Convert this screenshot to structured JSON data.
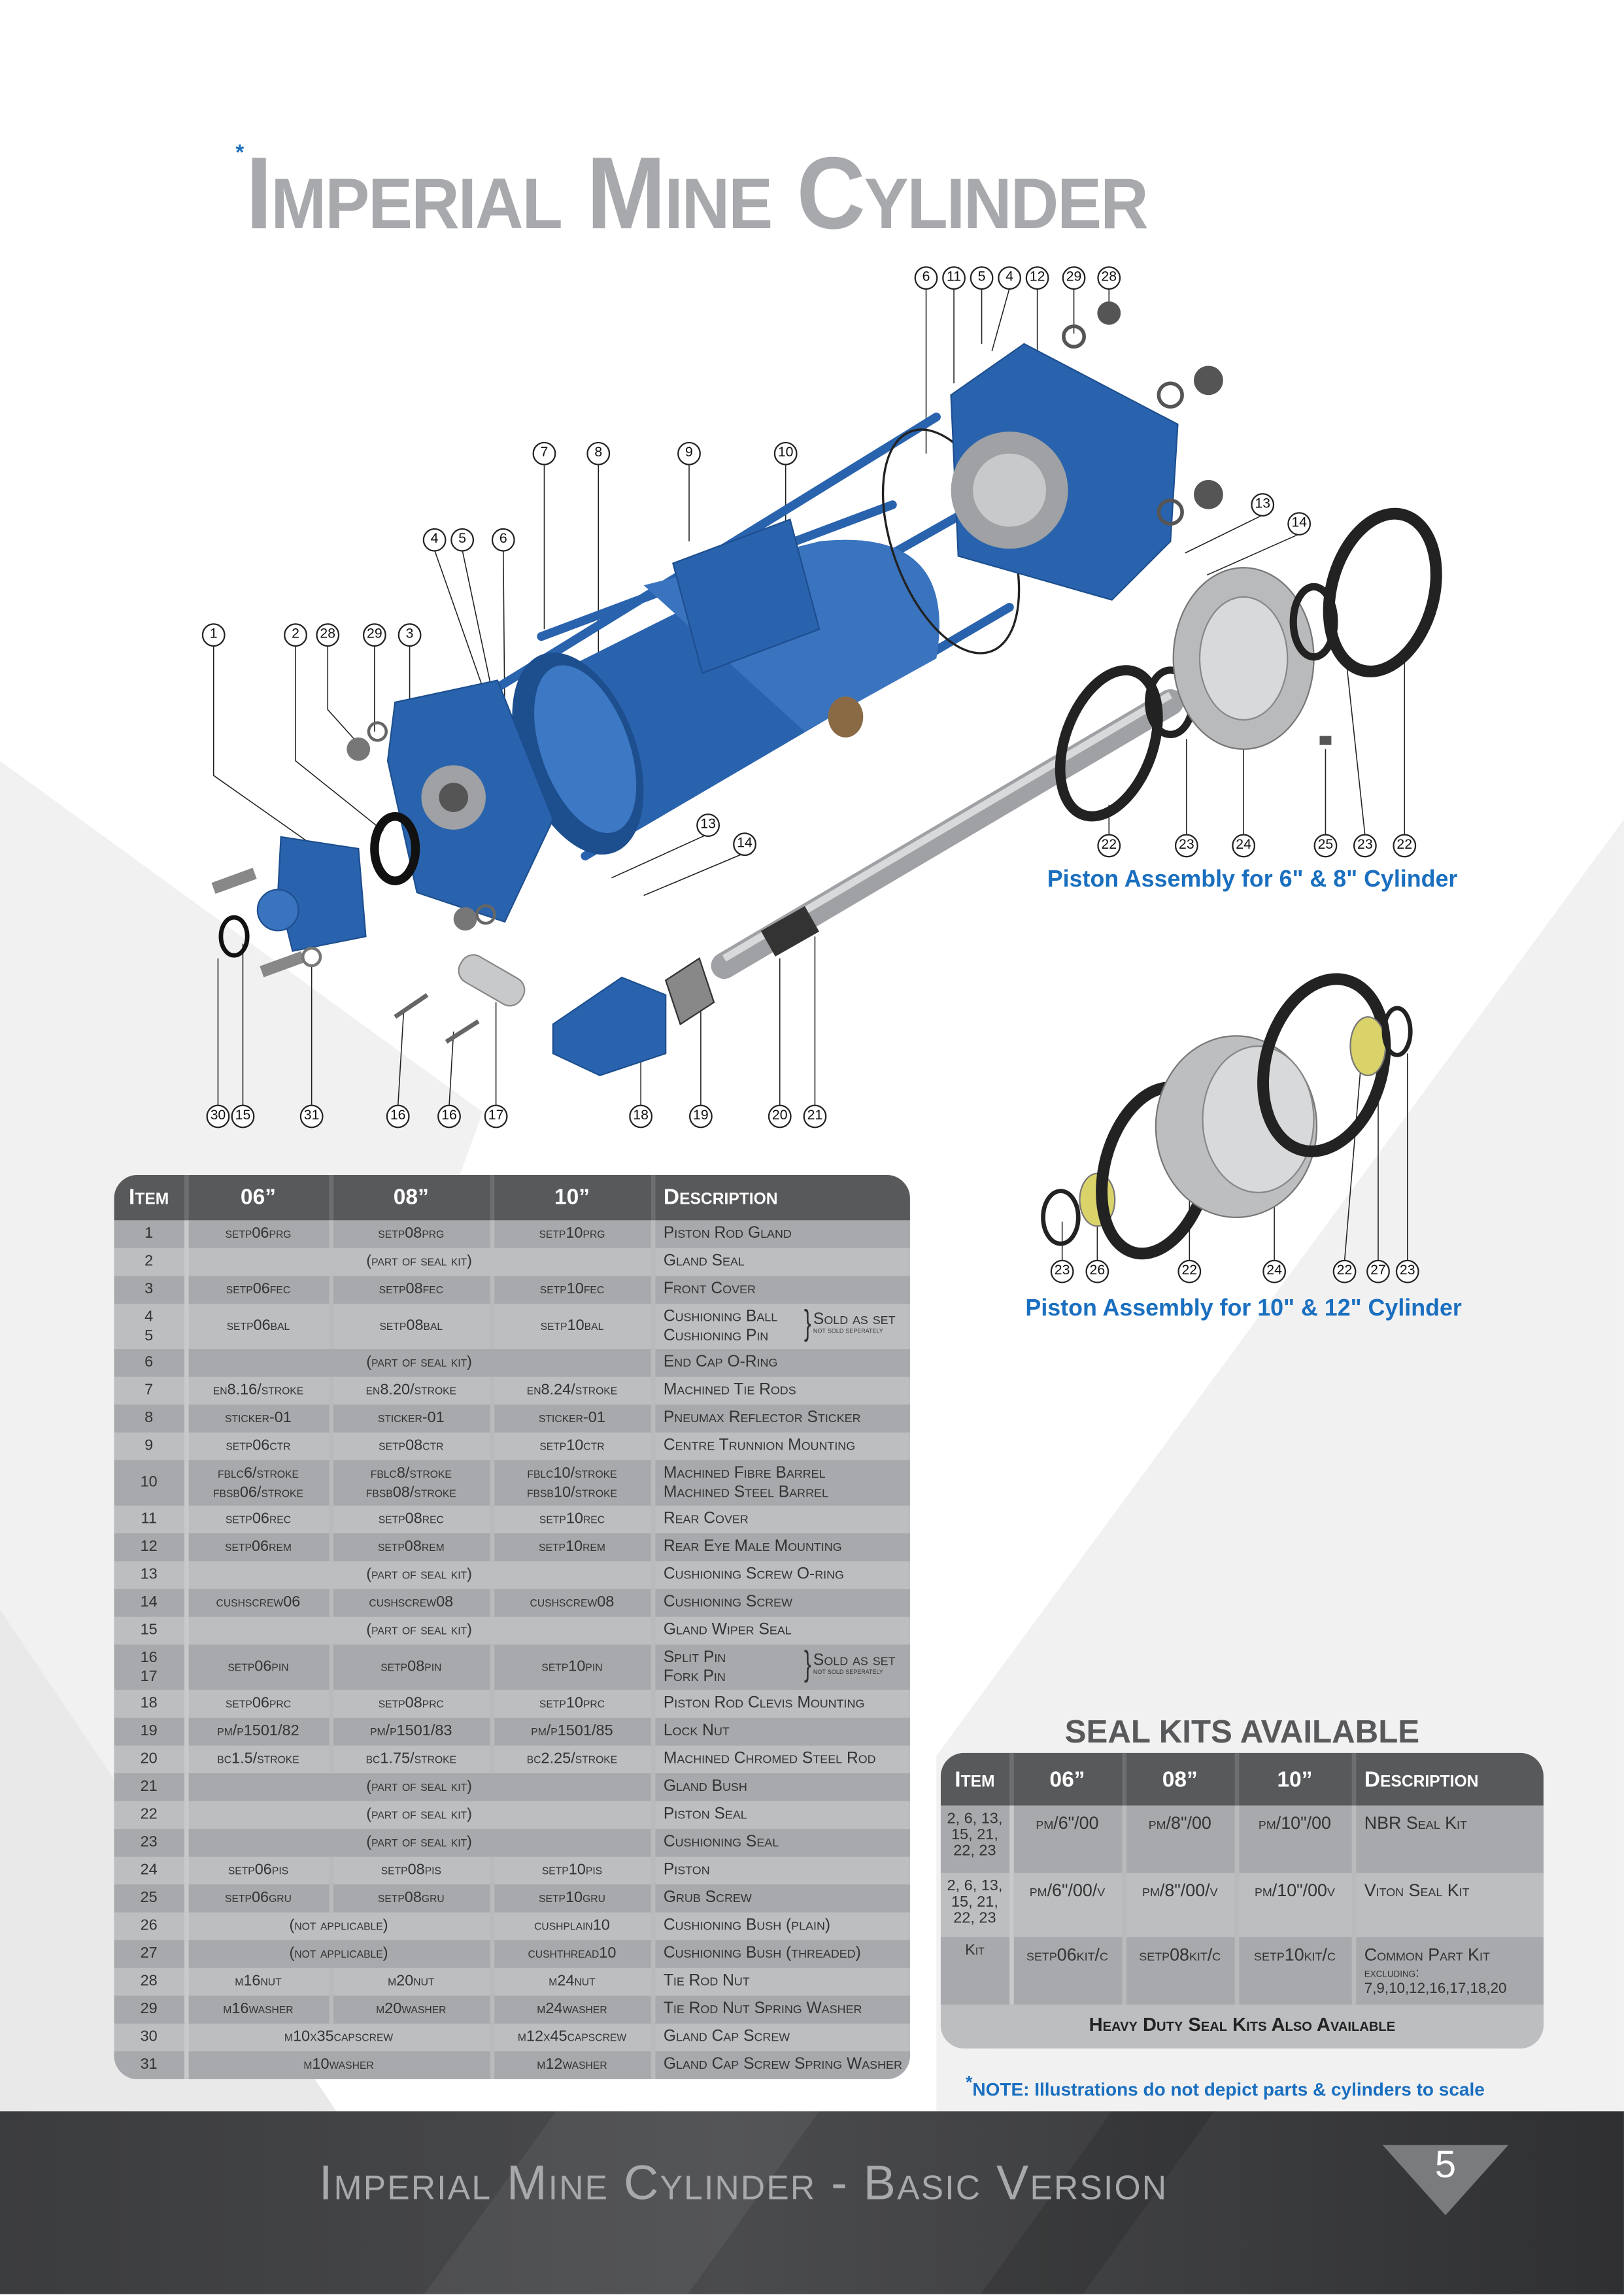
{
  "title": "Imperial Mine Cylinder",
  "title_mark": "*",
  "colors": {
    "accent_blue": "#1a6fbf",
    "part_blue": "#2a63ad",
    "header_gray": "#58595b",
    "title_gray": "#a7a9ac"
  },
  "diagram": {
    "callouts": [
      "6",
      "11",
      "5",
      "4",
      "12",
      "29",
      "28",
      "7",
      "8",
      "9",
      "10",
      "4",
      "5",
      "6",
      "1",
      "2",
      "28",
      "29",
      "3",
      "13",
      "14",
      "13",
      "14",
      "30",
      "15",
      "31",
      "16",
      "16",
      "17",
      "18",
      "19",
      "20",
      "21",
      "22",
      "23",
      "24",
      "25",
      "23",
      "22",
      "23",
      "26",
      "22",
      "24",
      "22",
      "27",
      "23"
    ],
    "caption_small": "Piston Assembly for 6\" & 8\" Cylinder",
    "caption_large": "Piston Assembly for 10\" & 12\" Cylinder"
  },
  "parts_table": {
    "headers": [
      "Item",
      "06”",
      "08”",
      "10”",
      "Description"
    ],
    "rows": [
      {
        "item": "1",
        "cells": [
          "setp06prg",
          "setp08prg",
          "setp10prg"
        ],
        "desc": [
          "Piston Rod Gland"
        ]
      },
      {
        "item": "2",
        "cells": [
          {
            "text": "(part of seal kit)",
            "span": 3
          }
        ],
        "desc": [
          "Gland Seal"
        ]
      },
      {
        "item": "3",
        "cells": [
          "setp06fec",
          "setp08fec",
          "setp10fec"
        ],
        "desc": [
          "Front Cover"
        ]
      },
      {
        "item": "4\n5",
        "cells": [
          "setp06bal",
          "setp08bal",
          "setp10bal"
        ],
        "desc": [
          "Cushioning Ball",
          "Cushioning Pin"
        ],
        "note": {
          "main": "Sold as set",
          "sub": "not sold seperately"
        }
      },
      {
        "item": "6",
        "cells": [
          {
            "text": "(part of seal kit)",
            "span": 3
          }
        ],
        "desc": [
          "End Cap O-Ring"
        ]
      },
      {
        "item": "7",
        "cells": [
          "en8.16/stroke",
          "en8.20/stroke",
          "en8.24/stroke"
        ],
        "desc": [
          "Machined Tie Rods"
        ]
      },
      {
        "item": "8",
        "cells": [
          "sticker-01",
          "sticker-01",
          "sticker-01"
        ],
        "desc": [
          "Pneumax Reflector Sticker"
        ]
      },
      {
        "item": "9",
        "cells": [
          "setp06ctr",
          "setp08ctr",
          "setp10ctr"
        ],
        "desc": [
          "Centre Trunnion Mounting"
        ]
      },
      {
        "item": "10",
        "cells": [
          "fblc6/stroke\nfbsb06/stroke",
          "fblc8/stroke\nfbsb08/stroke",
          "fblc10/stroke\nfbsb10/stroke"
        ],
        "desc": [
          "Machined Fibre Barrel",
          "Machined Steel Barrel"
        ]
      },
      {
        "item": "11",
        "cells": [
          "setp06rec",
          "setp08rec",
          "setp10rec"
        ],
        "desc": [
          "Rear Cover"
        ]
      },
      {
        "item": "12",
        "cells": [
          "setp06rem",
          "setp08rem",
          "setp10rem"
        ],
        "desc": [
          "Rear Eye Male Mounting"
        ]
      },
      {
        "item": "13",
        "cells": [
          {
            "text": "(part of seal kit)",
            "span": 3
          }
        ],
        "desc": [
          "Cushioning Screw O-ring"
        ]
      },
      {
        "item": "14",
        "cells": [
          "cushscrew06",
          "cushscrew08",
          "cushscrew08"
        ],
        "desc": [
          "Cushioning Screw"
        ]
      },
      {
        "item": "15",
        "cells": [
          {
            "text": "(part of seal kit)",
            "span": 3
          }
        ],
        "desc": [
          "Gland Wiper Seal"
        ]
      },
      {
        "item": "16\n17",
        "cells": [
          "setp06pin",
          "setp08pin",
          "setp10pin"
        ],
        "desc": [
          "Split Pin",
          "Fork Pin"
        ],
        "note": {
          "main": "Sold as set",
          "sub": "not sold seperately"
        }
      },
      {
        "item": "18",
        "cells": [
          "setp06prc",
          "setp08prc",
          "setp10prc"
        ],
        "desc": [
          "Piston Rod Clevis Mounting"
        ]
      },
      {
        "item": "19",
        "cells": [
          "pm/p1501/82",
          "pm/p1501/83",
          "pm/p1501/85"
        ],
        "desc": [
          "Lock Nut"
        ]
      },
      {
        "item": "20",
        "cells": [
          "bc1.5/stroke",
          "bc1.75/stroke",
          "bc2.25/stroke"
        ],
        "desc": [
          "Machined Chromed Steel Rod"
        ]
      },
      {
        "item": "21",
        "cells": [
          {
            "text": "(part of seal kit)",
            "span": 3
          }
        ],
        "desc": [
          "Gland Bush"
        ]
      },
      {
        "item": "22",
        "cells": [
          {
            "text": "(part of seal kit)",
            "span": 3
          }
        ],
        "desc": [
          "Piston Seal"
        ]
      },
      {
        "item": "23",
        "cells": [
          {
            "text": "(part of seal kit)",
            "span": 3
          }
        ],
        "desc": [
          "Cushioning Seal"
        ]
      },
      {
        "item": "24",
        "cells": [
          "setp06pis",
          "setp08pis",
          "setp10pis"
        ],
        "desc": [
          "Piston"
        ]
      },
      {
        "item": "25",
        "cells": [
          "setp06gru",
          "setp08gru",
          "setp10gru"
        ],
        "desc": [
          "Grub Screw"
        ]
      },
      {
        "item": "26",
        "cells": [
          {
            "text": "(not applicable)",
            "span": 2
          },
          "cushplain10"
        ],
        "desc": [
          "Cushioning Bush (plain)"
        ]
      },
      {
        "item": "27",
        "cells": [
          {
            "text": "(not applicable)",
            "span": 2
          },
          "cushthread10"
        ],
        "desc": [
          "Cushioning Bush (threaded)"
        ]
      },
      {
        "item": "28",
        "cells": [
          "m16nut",
          "m20nut",
          "m24nut"
        ],
        "desc": [
          "Tie Rod Nut"
        ]
      },
      {
        "item": "29",
        "cells": [
          "m16washer",
          "m20washer",
          "m24washer"
        ],
        "desc": [
          "Tie Rod Nut Spring Washer"
        ]
      },
      {
        "item": "30",
        "cells": [
          {
            "text": "m10x35capscrew",
            "span": 2
          },
          "m12x45capscrew"
        ],
        "desc": [
          "Gland Cap Screw"
        ]
      },
      {
        "item": "31",
        "cells": [
          {
            "text": "m10washer",
            "span": 2
          },
          "m12washer"
        ],
        "desc": [
          "Gland Cap Screw Spring Washer"
        ]
      }
    ]
  },
  "seal_kits": {
    "title": "SEAL KITS AVAILABLE",
    "headers": [
      "Item",
      "06”",
      "08”",
      "10”",
      "Description"
    ],
    "rows": [
      {
        "item": "2, 6, 13, 15, 21, 22, 23",
        "c06": "pm/6\"/00",
        "c08": "pm/8\"/00",
        "c10": "pm/10\"/00",
        "desc": "NBR Seal Kit"
      },
      {
        "item": "2, 6, 13, 15, 21, 22, 23",
        "c06": "pm/6\"/00/v",
        "c08": "pm/8\"/00/v",
        "c10": "pm/10\"/00v",
        "desc": "Viton Seal Kit"
      },
      {
        "item": "Kit",
        "c06": "setp06kit/c",
        "c08": "setp08kit/c",
        "c10": "setp10kit/c",
        "desc": "Common Part Kit",
        "excluding_label": "excluding:",
        "excluding": "7,9,10,12,16,17,18,20"
      }
    ],
    "footer": "Heavy Duty Seal Kits Also Available"
  },
  "note": {
    "mark": "*",
    "text": "NOTE: Illustrations do not depict parts & cylinders to scale"
  },
  "footer": {
    "title": "Imperial Mine Cylinder - Basic Version",
    "page_number": "5"
  }
}
